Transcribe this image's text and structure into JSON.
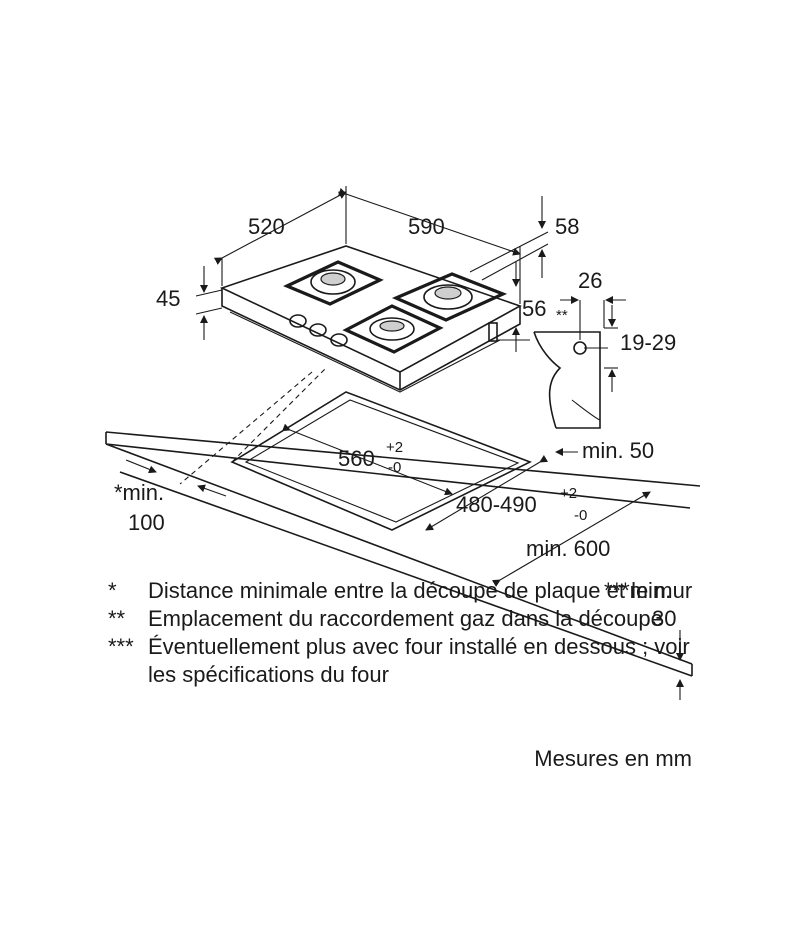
{
  "dimensions": {
    "depth": "520",
    "width": "590",
    "gas_height": "58",
    "height": "45",
    "gas_offset": "56",
    "gas_offset_marker": "**",
    "side_depth": "26",
    "side_range": "19-29",
    "min_edge": "min. 50",
    "cutout_width": "560",
    "cutout_width_tol_plus": "+2",
    "cutout_width_tol_minus": "-0",
    "cutout_depth": "480-490",
    "cutout_depth_tol_plus": "+2",
    "cutout_depth_tol_minus": "-0",
    "wall_min_label": "*min.",
    "wall_min_value": "100",
    "counter_depth": "min. 600",
    "bottom_min_label": "***min.",
    "bottom_min_value": "30"
  },
  "notes": [
    {
      "marker": "*",
      "text": "Distance minimale entre la découpe de plaque et le mur"
    },
    {
      "marker": "**",
      "text": "Emplacement du raccordement gaz dans la découpe"
    },
    {
      "marker": "***",
      "text": "Éventuellement plus avec four installé en dessous ; voir les spécifications du four"
    }
  ],
  "units_note": "Mesures en mm",
  "icons": [
    "gas-burner-icon",
    "control-knob-icon",
    "arrow-icon"
  ]
}
